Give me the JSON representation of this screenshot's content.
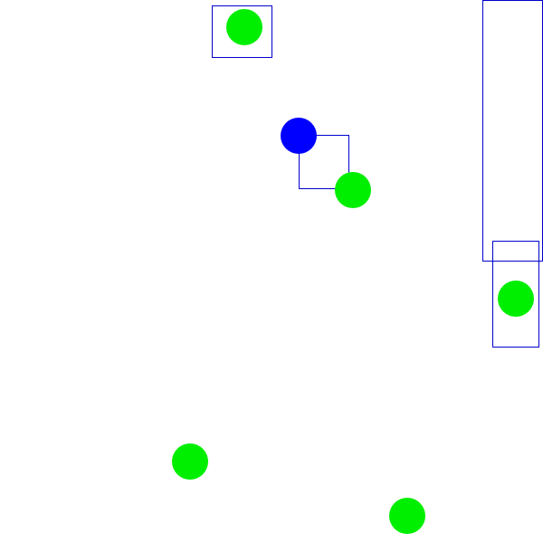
{
  "colors": {
    "background": "#ffffff",
    "player": "#0000ff",
    "target": "#00ee00",
    "outline": "#0000cc"
  },
  "entities": {
    "player": {
      "shape": "circle",
      "color": "#0000ff",
      "kind": "player"
    },
    "targets": [
      {
        "id": "target-1",
        "shape": "circle",
        "color": "#00ee00"
      },
      {
        "id": "target-2",
        "shape": "circle",
        "color": "#00ee00"
      },
      {
        "id": "target-3",
        "shape": "circle",
        "color": "#00ee00"
      },
      {
        "id": "target-4",
        "shape": "circle",
        "color": "#00ee00"
      },
      {
        "id": "target-5",
        "shape": "circle",
        "color": "#00ee00"
      }
    ],
    "outlines": [
      {
        "id": "outline-1"
      },
      {
        "id": "outline-2"
      },
      {
        "id": "outline-3"
      },
      {
        "id": "outline-4"
      }
    ]
  }
}
